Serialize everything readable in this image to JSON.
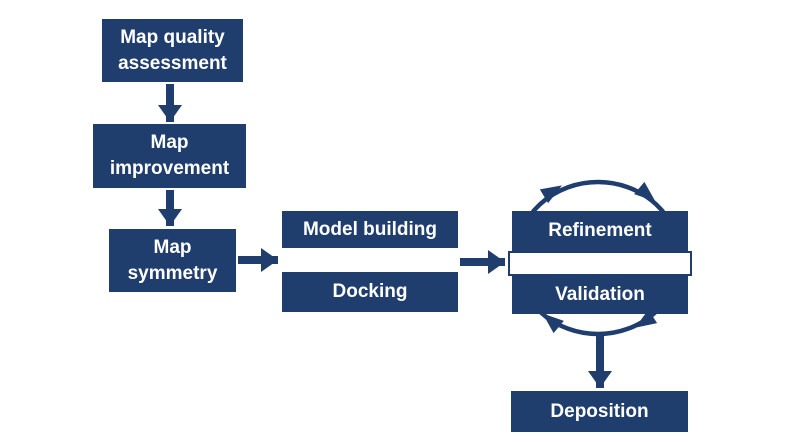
{
  "colors": {
    "accent": "#1f3d6d",
    "background": "#ffffff",
    "node_text": "#ffffff",
    "connector_bar_fill": "#ffffff"
  },
  "nodes": [
    {
      "id": "map-quality-assessment",
      "label": "Map quality\nassessment"
    },
    {
      "id": "map-improvement",
      "label": "Map\nimprovement"
    },
    {
      "id": "map-symmetry",
      "label": "Map\nsymmetry"
    },
    {
      "id": "model-building",
      "label": "Model building"
    },
    {
      "id": "docking",
      "label": "Docking"
    },
    {
      "id": "refinement",
      "label": "Refinement"
    },
    {
      "id": "validation",
      "label": "Validation"
    },
    {
      "id": "deposition",
      "label": "Deposition"
    }
  ],
  "edges": [
    {
      "from": "map-quality-assessment",
      "to": "map-improvement",
      "type": "arrow-down"
    },
    {
      "from": "map-improvement",
      "to": "map-symmetry",
      "type": "arrow-down"
    },
    {
      "from": "map-symmetry",
      "to": "model-building-docking",
      "type": "arrow-right"
    },
    {
      "from": "model-building-docking",
      "to": "refinement-validation",
      "type": "arrow-right"
    },
    {
      "from": "refinement-validation",
      "to": "deposition",
      "type": "arrow-down"
    },
    {
      "from": "refinement",
      "to": "validation",
      "type": "cycle-clockwise"
    }
  ]
}
